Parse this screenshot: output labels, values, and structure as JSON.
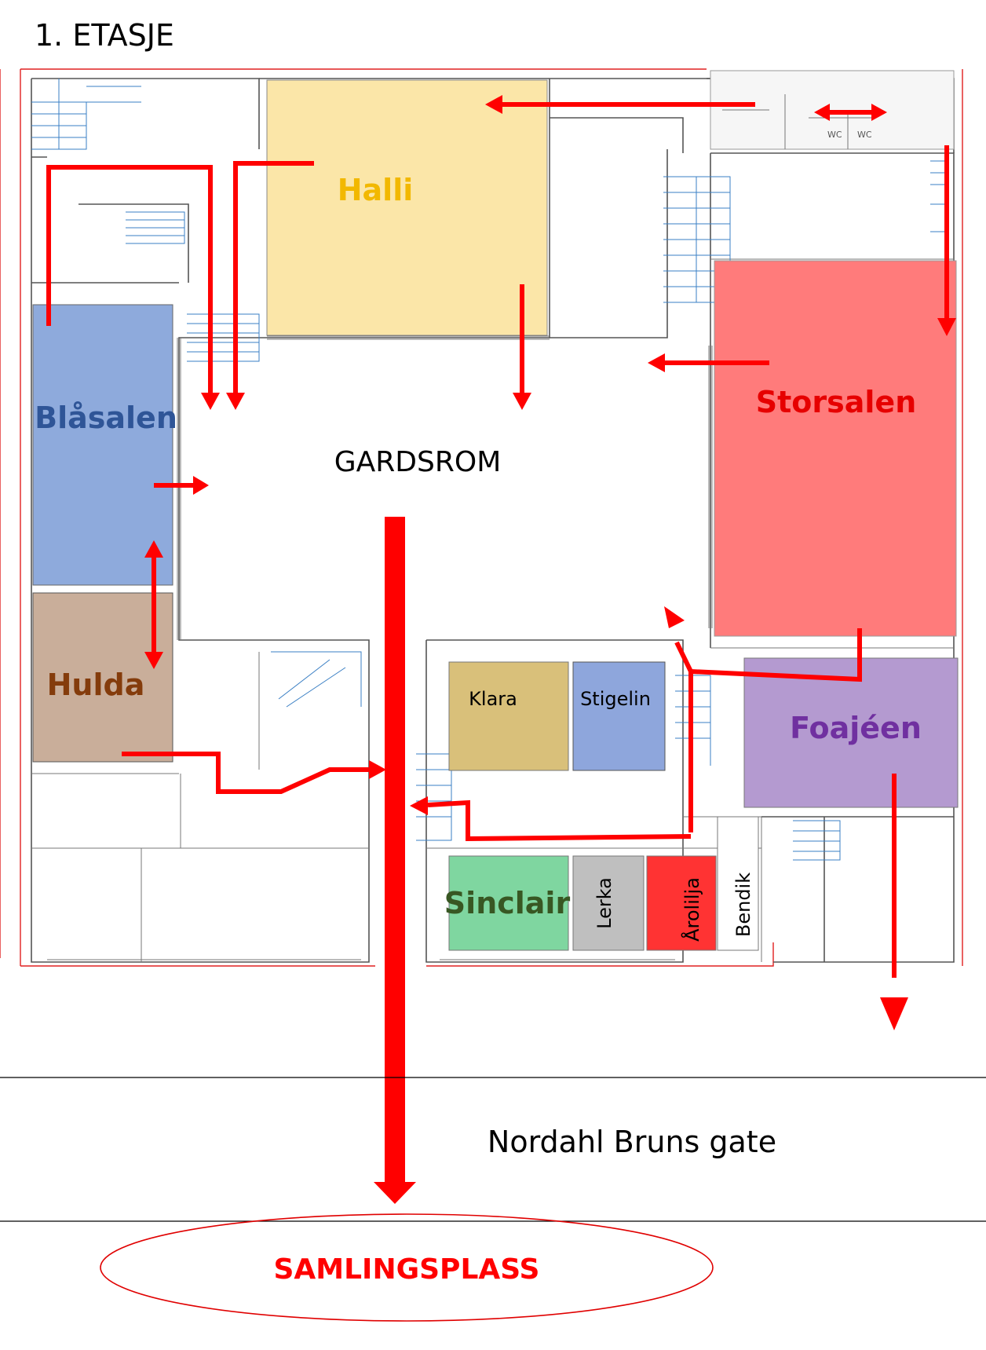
{
  "floor_title": "1. ETASJE",
  "courtyard_label": "GARDSROM",
  "street_label": "Nordahl Bruns gate",
  "assembly_label": "SAMLINGSPLASS",
  "wc_labels": [
    "WC",
    "WC"
  ],
  "rooms": [
    {
      "id": "halli",
      "label": "Halli",
      "fill": "#fbe6a8",
      "text_color": "#f2b800"
    },
    {
      "id": "blasalen",
      "label": "Blåsalen",
      "fill": "#8eaadc",
      "text_color": "#2f5597"
    },
    {
      "id": "storsalen",
      "label": "Storsalen",
      "fill": "#ff7b7b",
      "text_color": "#e60000"
    },
    {
      "id": "hulda",
      "label": "Hulda",
      "fill": "#c9ae9a",
      "text_color": "#843c0c"
    },
    {
      "id": "foajeen",
      "label": "Foajéen",
      "fill": "#b49ad0",
      "text_color": "#7030a0"
    },
    {
      "id": "klara",
      "label": "Klara",
      "fill": "#d9c07a",
      "text_color": "#000000"
    },
    {
      "id": "stigelin",
      "label": "Stigelin",
      "fill": "#8ea6dc",
      "text_color": "#000000"
    },
    {
      "id": "sinclair",
      "label": "Sinclair",
      "fill": "#7fd6a0",
      "text_color": "#385723"
    },
    {
      "id": "lerka",
      "label": "Lerka",
      "fill": "#bfbfbf",
      "text_color": "#000000"
    },
    {
      "id": "arolilja",
      "label": "Årolilja",
      "fill": "#ff3333",
      "text_color": "#000000"
    },
    {
      "id": "bendik",
      "label": "Bendik",
      "fill": "#ffffff",
      "text_color": "#000000"
    }
  ],
  "colors": {
    "route": "#ff0000",
    "wall": "#555555",
    "stairs": "#3a7fc4"
  }
}
